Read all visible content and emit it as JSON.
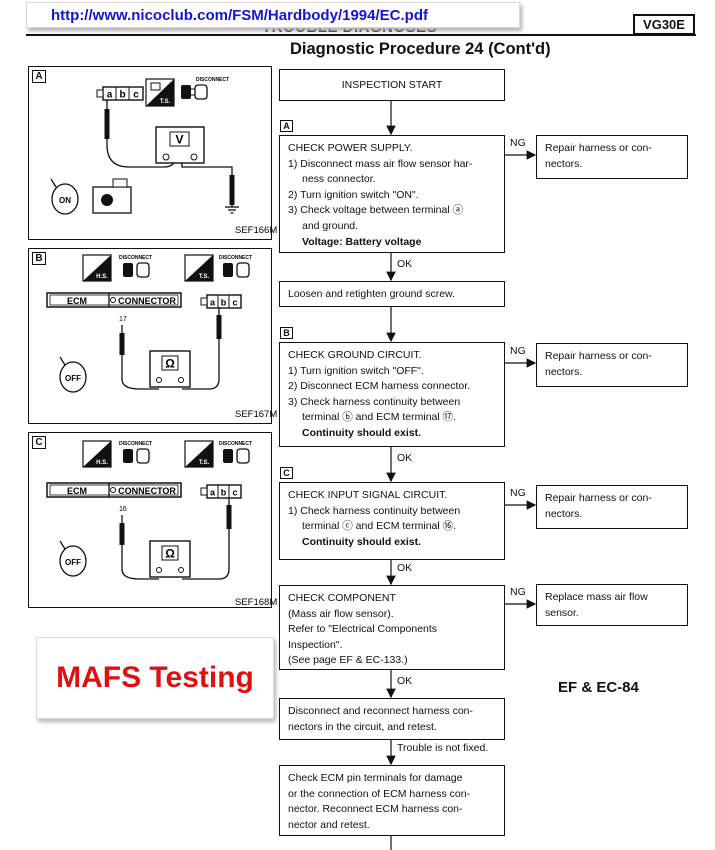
{
  "header": {
    "url": "http://www.nicoclub.com/FSM/Hardbody/1994/EC.pdf",
    "section_title": "TROUBLE DIAGNOSES",
    "model_code": "VG30E",
    "procedure_title": "Diagnostic Procedure 24 (Cont'd)"
  },
  "panels": [
    {
      "letter": "A",
      "ref": "SEF166M",
      "meter": "V",
      "connector_pins": [
        "a",
        "b",
        "c"
      ],
      "disconnect_label": "DISCONNECT",
      "ts_label": "T.S.",
      "switch_label": "ON"
    },
    {
      "letter": "B",
      "ref": "SEF167M",
      "meter": "Ω",
      "connector_pins": [
        "a",
        "b",
        "c"
      ],
      "disconnect_label": "DISCONNECT",
      "hs_label": "H.S.",
      "ts_label": "T.S.",
      "ecm_label": "ECM",
      "ecm_connector_label": "CONNECTOR",
      "ecm_pin": "17",
      "switch_label": "OFF"
    },
    {
      "letter": "C",
      "ref": "SEF168M",
      "meter": "Ω",
      "connector_pins": [
        "a",
        "b",
        "c"
      ],
      "disconnect_label": "DISCONNECT",
      "hs_label": "H.S.",
      "ts_label": "T.S.",
      "ecm_label": "ECM",
      "ecm_connector_label": "CONNECTOR",
      "ecm_pin": "16",
      "switch_label": "OFF"
    }
  ],
  "flow": {
    "start": "INSPECTION START",
    "step_a": {
      "tag": "A",
      "lines": [
        "CHECK POWER SUPPLY.",
        "1) Disconnect mass air flow sensor har-",
        "ness connector.",
        "2) Turn ignition switch \"ON\".",
        "3) Check voltage between terminal ⓐ",
        "and ground."
      ],
      "spec": "Voltage: Battery voltage",
      "ng_label": "NG",
      "ng_action": [
        "Repair harness or con-",
        "nectors."
      ],
      "ok_label": "OK"
    },
    "loosen": "Loosen and retighten ground screw.",
    "step_b": {
      "tag": "B",
      "lines": [
        "CHECK GROUND CIRCUIT.",
        "1) Turn ignition switch \"OFF\".",
        "2) Disconnect ECM harness connector.",
        "3) Check harness continuity between",
        "terminal ⓑ and ECM terminal ⑰."
      ],
      "spec": "Continuity should exist.",
      "ng_label": "NG",
      "ng_action": [
        "Repair harness or con-",
        "nectors."
      ],
      "ok_label": "OK"
    },
    "step_c": {
      "tag": "C",
      "lines": [
        "CHECK INPUT SIGNAL CIRCUIT.",
        "1) Check harness continuity between",
        "terminal ⓒ and ECM terminal ⑯."
      ],
      "spec": "Continuity should exist.",
      "ng_label": "NG",
      "ng_action": [
        "Repair harness or con-",
        "nectors."
      ],
      "ok_label": "OK"
    },
    "component": {
      "lines": [
        "CHECK COMPONENT",
        "(Mass air flow sensor).",
        "Refer to \"Electrical Components",
        "Inspection\".",
        "(See page EF & EC-133.)"
      ],
      "ng_label": "NG",
      "ng_action": [
        "Replace mass air flow",
        "sensor."
      ],
      "ok_label": "OK"
    },
    "disconnect_retest": [
      "Disconnect and reconnect harness con-",
      "nectors in the circuit, and retest."
    ],
    "not_fixed_label": "Trouble is not fixed.",
    "final": [
      "Check ECM pin terminals for damage",
      "or the connection of ECM harness con-",
      "nector. Reconnect ECM harness con-",
      "nector and retest."
    ]
  },
  "overlay_label": "MAFS Testing",
  "page_number": "EF & EC-84"
}
